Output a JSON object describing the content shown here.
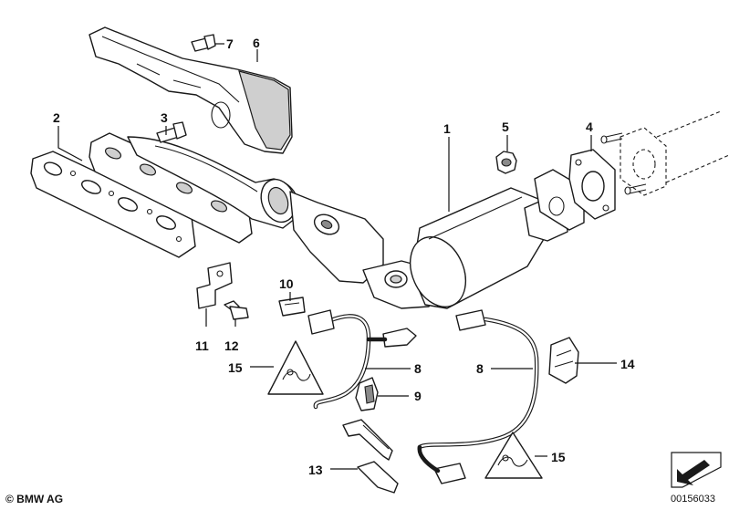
{
  "labels": {
    "p1": "1",
    "p2": "2",
    "p3": "3",
    "p4": "4",
    "p5": "5",
    "p6": "6",
    "p7": "7",
    "p8a": "8",
    "p8b": "8",
    "p9": "9",
    "p10": "10",
    "p11": "11",
    "p12": "12",
    "p13": "13",
    "p14": "14",
    "p15a": "15",
    "p15b": "15"
  },
  "footer": {
    "copyright": "© BMW AG",
    "doc_number": "00156033"
  },
  "colors": {
    "line": "#1a1a1a",
    "shade": "#cfcfcf",
    "background": "#ffffff"
  }
}
